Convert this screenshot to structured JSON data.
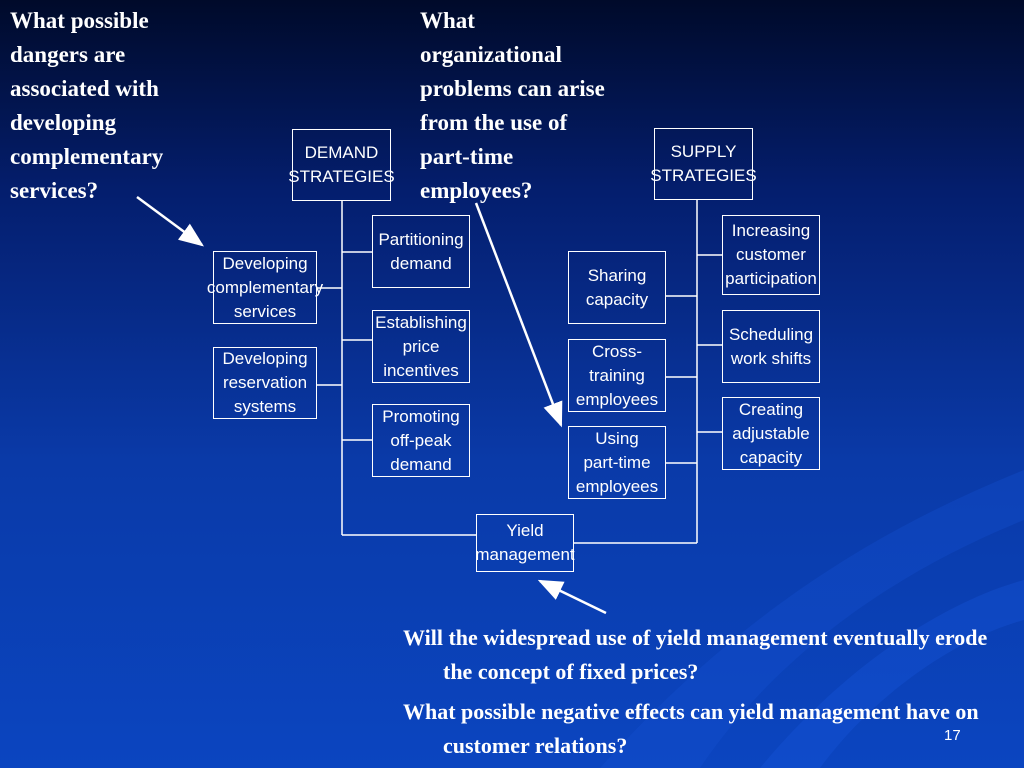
{
  "question_left": "What possible\ndangers are\nassociated with\ndeveloping\ncomplementary\nservices?",
  "question_center": "What\norganizational\nproblems can arise\nfrom the use of\npart-time\nemployees?",
  "demand_header": "DEMAND\nSTRATEGIES",
  "supply_header": "SUPPLY\nSTRATEGIES",
  "demand_left": [
    "Developing\ncomplementary\nservices",
    "Developing\nreservation\nsystems"
  ],
  "demand_right": [
    "Partitioning\ndemand",
    "Establishing\nprice\nincentives",
    "Promoting\noff-peak\ndemand"
  ],
  "supply_left": [
    "Sharing\ncapacity",
    "Cross-\ntraining\nemployees",
    "Using\npart-time\nemployees"
  ],
  "supply_right": [
    "Increasing\ncustomer\nparticipation",
    "Scheduling\nwork shifts",
    "Creating\nadjustable\ncapacity"
  ],
  "yield_box": "Yield\nmanagement",
  "bottom_questions": [
    "Will the widespread use of  yield management eventually erode the concept of  fixed prices?",
    "What possible negative effects can yield management have on customer relations?"
  ],
  "page_number": "17"
}
